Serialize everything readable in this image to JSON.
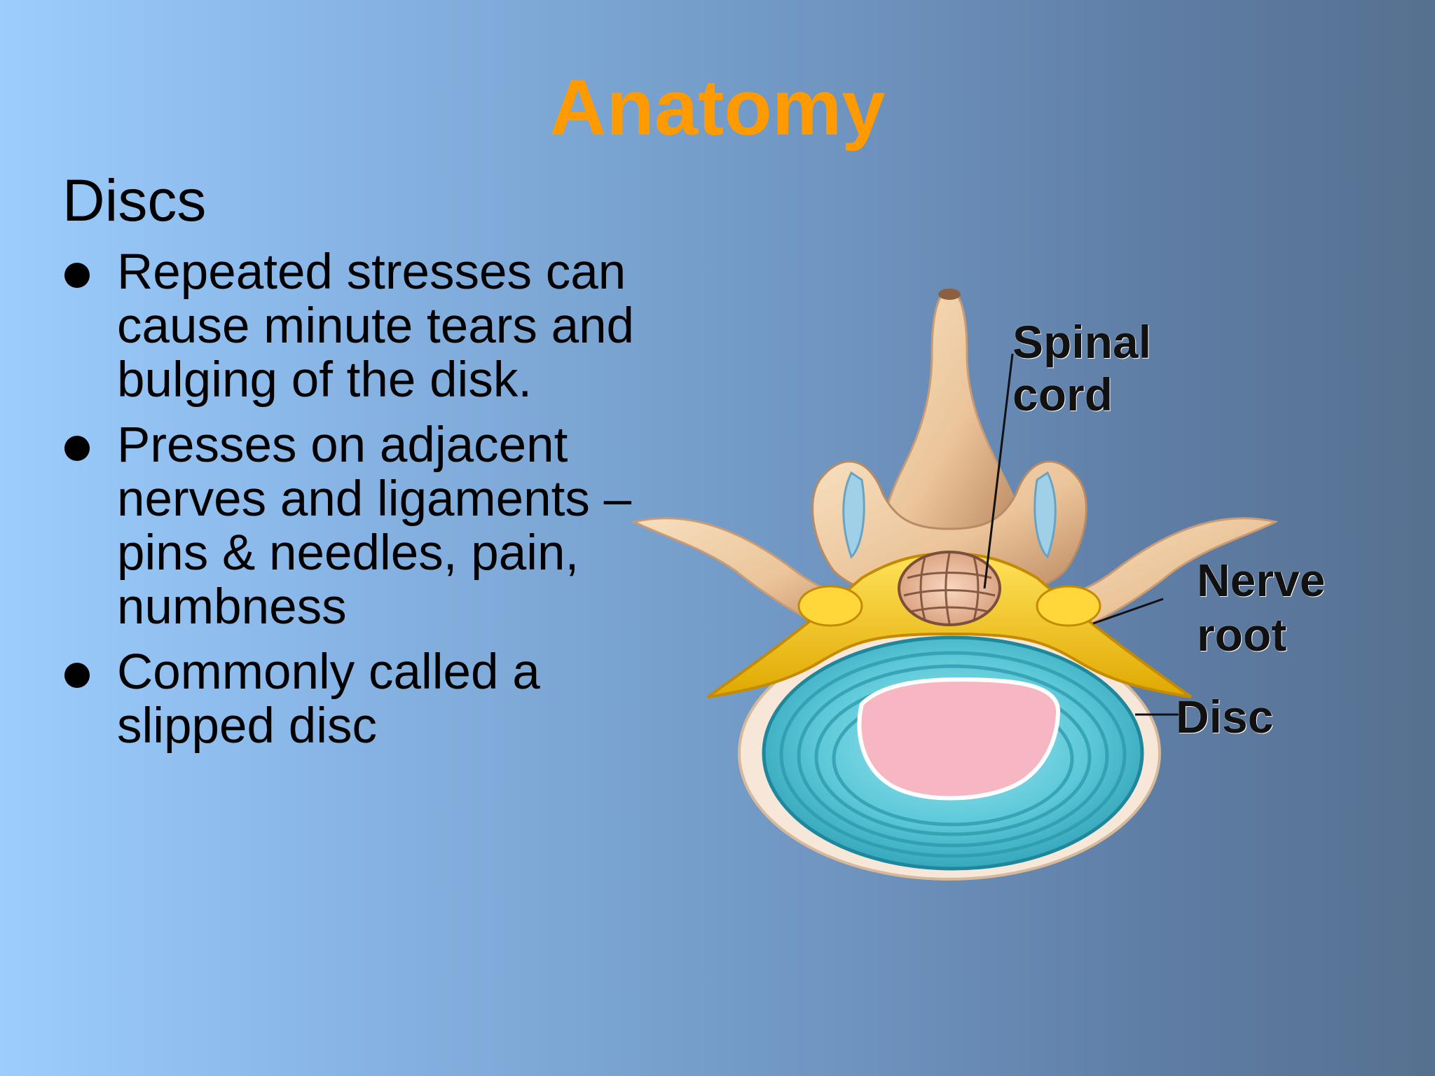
{
  "slide": {
    "title": "Anatomy",
    "subtitle": "Discs",
    "bullets": [
      "Repeated stresses can cause minute tears and bulging of the disk.",
      "Presses on adjacent nerves and ligaments – pins & needles, pain, numbness",
      "Commonly called a slipped disc"
    ]
  },
  "diagram": {
    "labels": {
      "spinal_line1": "Spinal",
      "spinal_line2": "cord",
      "nerve_line1": "Nerve",
      "nerve_line2": "root",
      "disc": "Disc"
    }
  }
}
